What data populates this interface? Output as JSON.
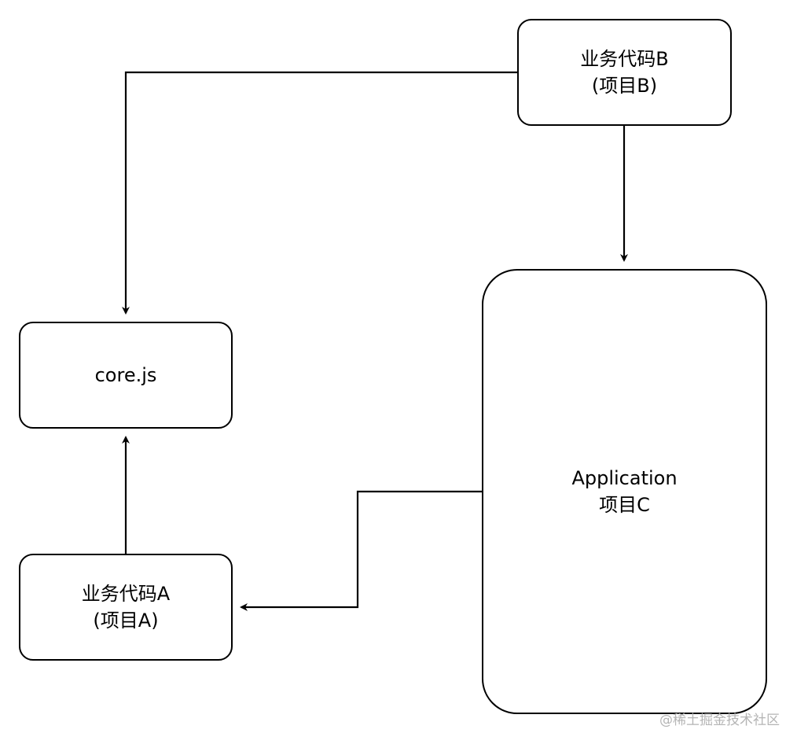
{
  "nodes": {
    "business_b": {
      "line1": "业务代码B",
      "line2": "(项目B)"
    },
    "core": {
      "label": "core.js"
    },
    "business_a": {
      "line1": "业务代码A",
      "line2": "(项目A)"
    },
    "application": {
      "line1": "Application",
      "line2": "项目C"
    }
  },
  "edges": [
    {
      "from": "business_b",
      "to": "core"
    },
    {
      "from": "business_b",
      "to": "application"
    },
    {
      "from": "business_a",
      "to": "core"
    },
    {
      "from": "application",
      "to": "business_a"
    }
  ],
  "watermark": "@稀土掘金技术社区",
  "colors": {
    "stroke": "#000000",
    "background": "#ffffff",
    "watermark": "#b4b4b4"
  }
}
